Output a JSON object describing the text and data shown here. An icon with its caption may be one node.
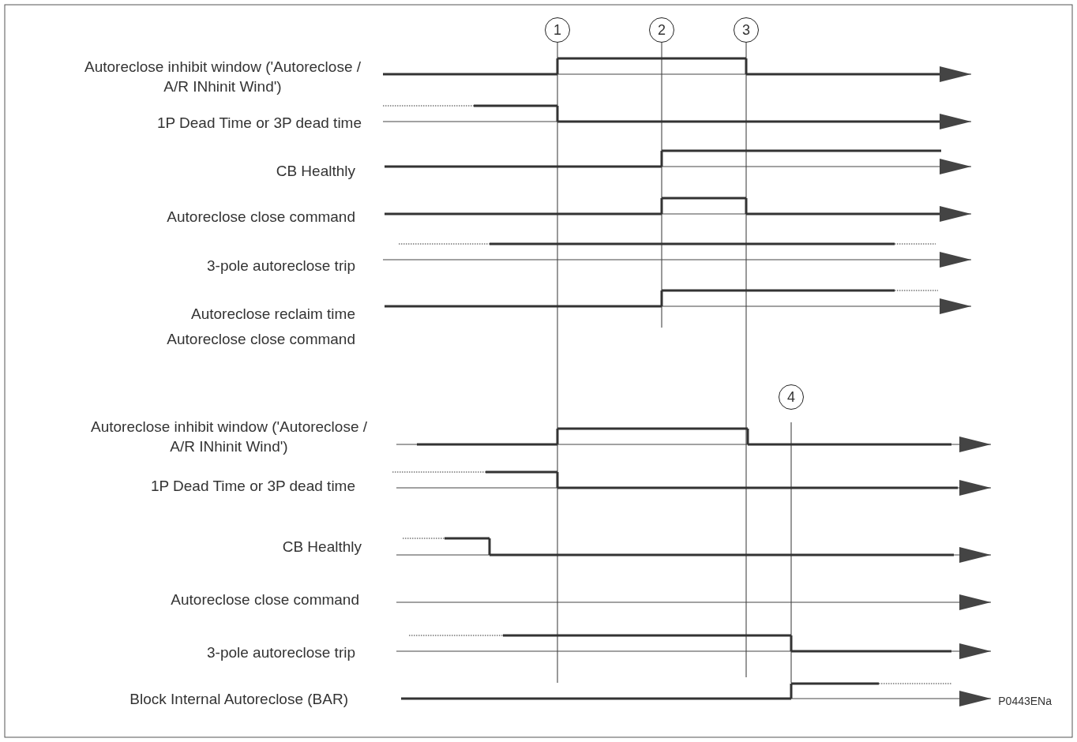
{
  "diagram": {
    "labels": [
      "1",
      "2",
      "3",
      "Autoreclose inhibit window ('Autoreclose / A/R INhinit Wind')",
      "1P Dead Time or 3P dead time",
      "CB Healthly",
      "Autoreclose close command",
      "3-pole autoreclose trip",
      "Autoreclose reclaim time",
      "Autoreclose close command",
      "4",
      "Autoreclose inhibit window ('Autoreclose / A/R INhinit Wind')",
      "1P Dead Time or 3P dead time",
      "CB Healthly",
      "Autoreclose close command",
      "3-pole autoreclose trip",
      "Block Internal Autoreclose (BAR)",
      "P0443ENa"
    ]
  }
}
